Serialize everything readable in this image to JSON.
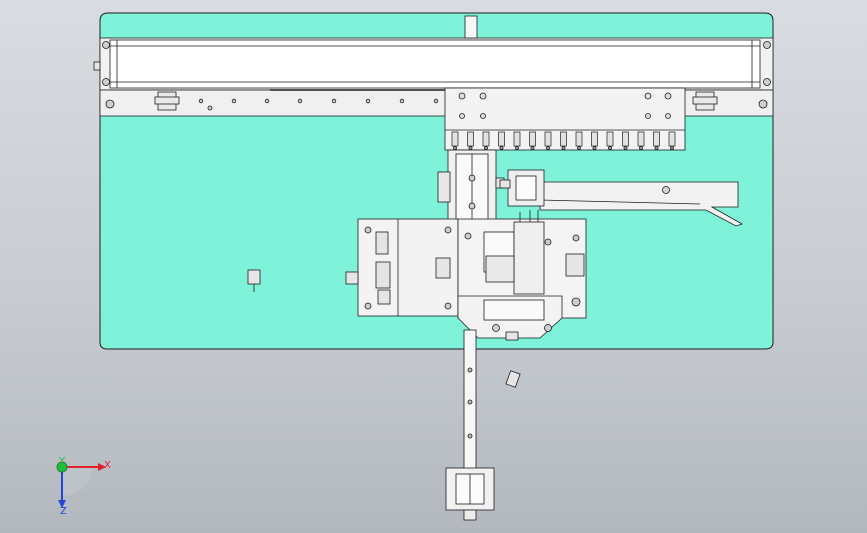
{
  "app": {
    "viewport": "cad-drawing-viewport"
  },
  "colors": {
    "background_top": "#d9dde2",
    "background_bottom": "#b3b8bf",
    "base_plate": "#7ff3d9",
    "metal": "#f4f4f4",
    "line": "#1e1e1e",
    "axis_x": "#e0202a",
    "axis_y": "#1fbf3a",
    "axis_z": "#2345d8"
  },
  "triad": {
    "x_label": "X",
    "y_label": "Y",
    "z_label": "Z"
  }
}
